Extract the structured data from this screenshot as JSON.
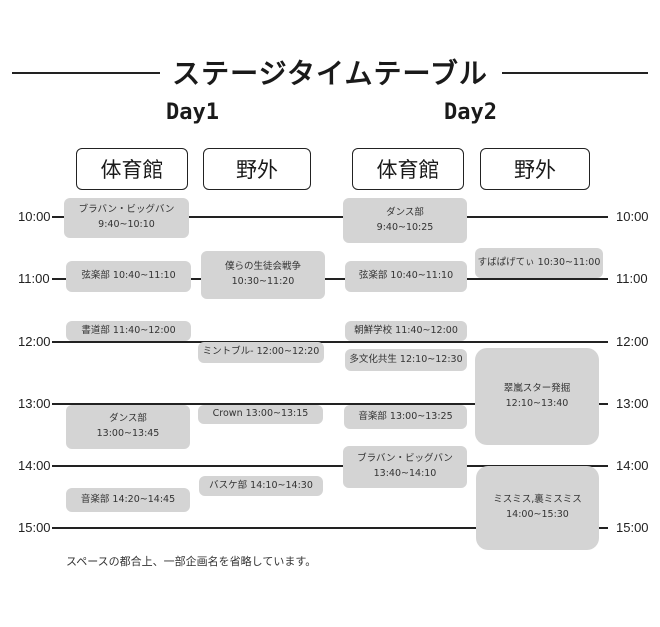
{
  "title": "ステージタイムテーブル",
  "days": [
    "Day1",
    "Day2"
  ],
  "venues": [
    "体育館",
    "野外",
    "体育館",
    "野外"
  ],
  "time_labels": [
    "10:00",
    "11:00",
    "12:00",
    "13:00",
    "14:00",
    "15:00"
  ],
  "events": {
    "e1": {
      "name": "ブラバン・ビッグバン",
      "time": "9:40~10:10"
    },
    "e2": {
      "name": "弦楽部 10:40~11:10"
    },
    "e3": {
      "name": "書道部 11:40~12:00"
    },
    "e4": {
      "name": "ダンス部",
      "time": "13:00~13:45"
    },
    "e5": {
      "name": "音楽部 14:20~14:45"
    },
    "e6": {
      "name": "僕らの生徒会戦争",
      "time": "10:30~11:20"
    },
    "e7": {
      "name": "ミントブル- 12:00~12:20"
    },
    "e8": {
      "name": "Crown 13:00~13:15"
    },
    "e9": {
      "name": "バスケ部 14:10~14:30"
    },
    "e10": {
      "name": "ダンス部",
      "time": "9:40~10:25"
    },
    "e11": {
      "name": "弦楽部 10:40~11:10"
    },
    "e12": {
      "name": "朝鮮学校 11:40~12:00"
    },
    "e13": {
      "name": "多文化共生 12:10~12:30"
    },
    "e14": {
      "name": "音楽部 13:00~13:25"
    },
    "e15": {
      "name": "ブラバン・ビッグバン",
      "time": "13:40~14:10"
    },
    "e16": {
      "name": "すばぱげてぃ 10:30~11:00"
    },
    "e17": {
      "name": "翠嵐スター発掘",
      "time": "12:10~13:40"
    },
    "e18": {
      "name": "ミスミス,裏ミスミス",
      "time": "14:00~15:30"
    }
  },
  "note": "スペースの都合上、一部企画名を省略しています。"
}
